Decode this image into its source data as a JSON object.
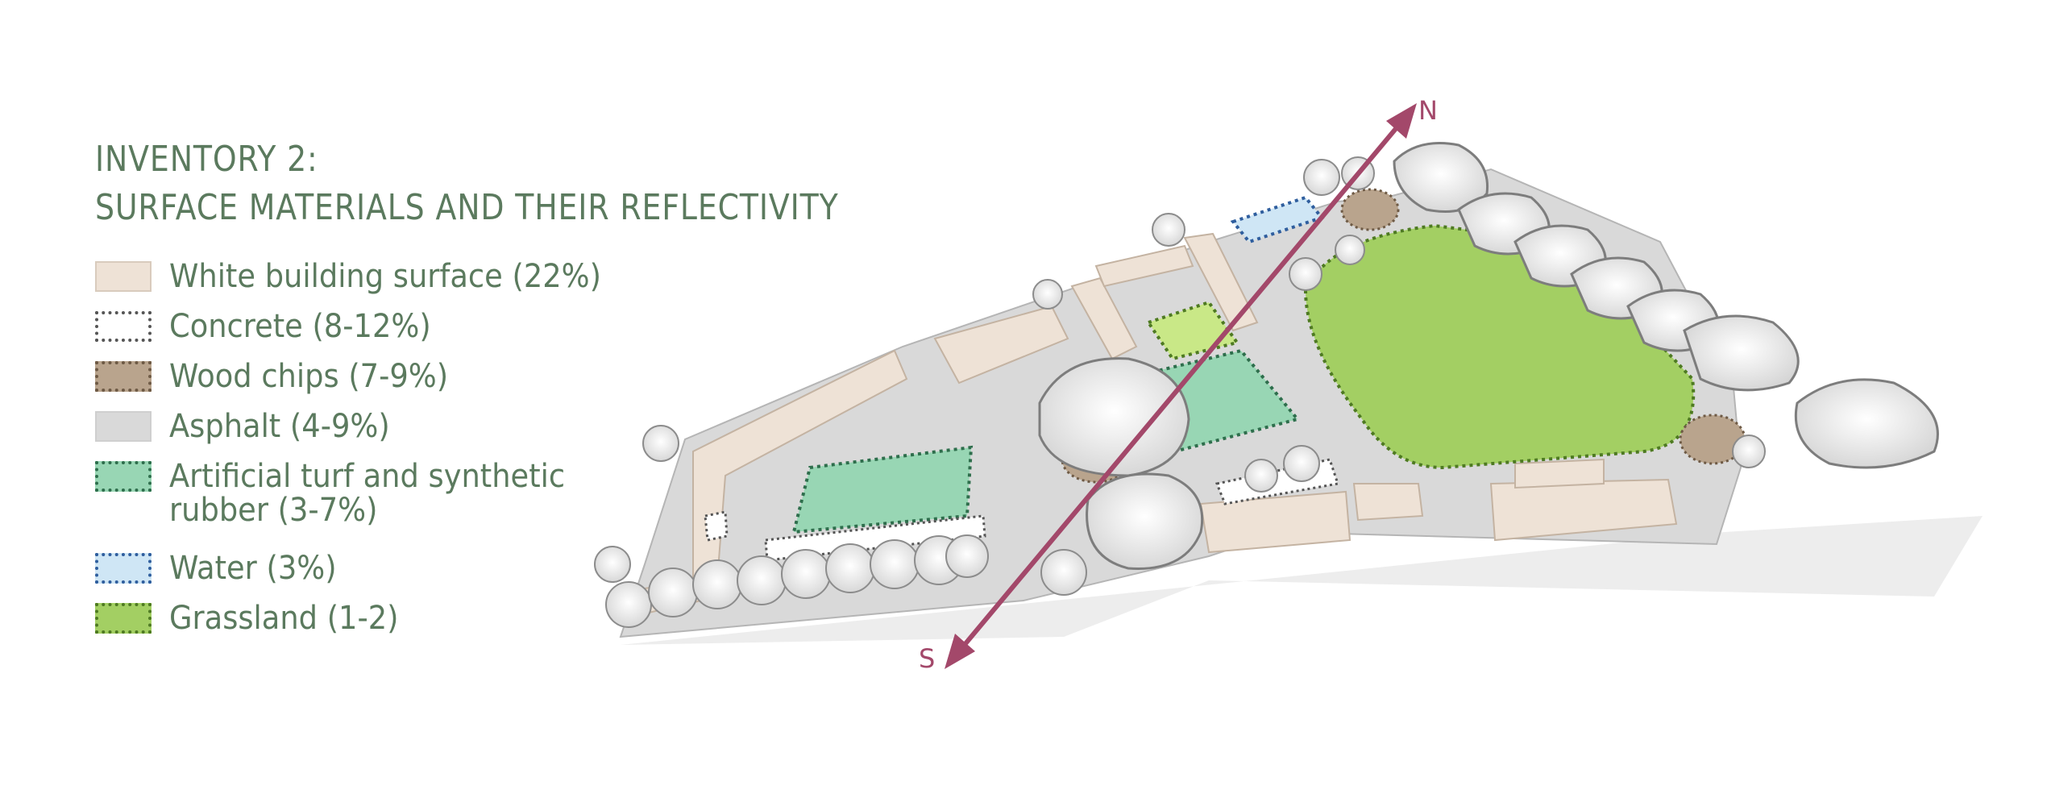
{
  "title": {
    "line1": "INVENTORY 2:",
    "line2": "SURFACE MATERIALS AND THEIR REFLECTIVITY"
  },
  "legend": [
    {
      "label": "White building surface (22%)",
      "material": "building",
      "color": "#eee2d6"
    },
    {
      "label": "Concrete (8-12%)",
      "material": "concrete",
      "color": "#ffffff"
    },
    {
      "label": "Wood chips (7-9%)",
      "material": "wood",
      "color": "#b9a48d"
    },
    {
      "label": "Asphalt (4-9%)",
      "material": "asphalt",
      "color": "#d9d9d9"
    },
    {
      "label": "Artificial turf and synthetic rubber (3-7%)",
      "line1": "Artificial turf and synthetic",
      "line2": "rubber (3-7%)",
      "material": "turf",
      "color": "#98d6b4"
    },
    {
      "label": "Water (3%)",
      "material": "water",
      "color": "#cfe6f5"
    },
    {
      "label": "Grassland (1-2)",
      "material": "grass",
      "color": "#a3cf63"
    }
  ],
  "compass": {
    "north": "N",
    "south": "S",
    "color": "#a3486a"
  },
  "colors": {
    "text": "#5b7a5e",
    "asphalt": "#d9d9d9",
    "building": "#eee2d6",
    "turf": "#98d6b4",
    "grass": "#a3cf63",
    "water": "#cfe6f5",
    "wood": "#b9a48d"
  }
}
